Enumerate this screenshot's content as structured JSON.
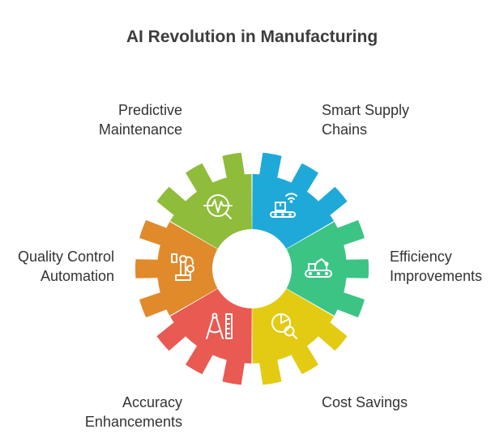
{
  "title": "AI Revolution in Manufacturing",
  "segments": [
    {
      "id": "predictive-maintenance",
      "lines": [
        "Predictive",
        "Maintenance"
      ],
      "color": "#1fa9d9",
      "icon": "heartbeat-magnifier-icon"
    },
    {
      "id": "smart-supply-chains",
      "lines": [
        "Smart Supply",
        "Chains"
      ],
      "color": "#3cc485",
      "icon": "conveyor-wifi-icon"
    },
    {
      "id": "efficiency-improvements",
      "lines": [
        "Efficiency",
        "Improvements"
      ],
      "color": "#e3cb14",
      "icon": "robot-arm-conveyor-icon"
    },
    {
      "id": "cost-savings",
      "lines": [
        "Cost Savings"
      ],
      "color": "#e85a52",
      "icon": "pie-chart-magnifier-icon"
    },
    {
      "id": "accuracy-enhancements",
      "lines": [
        "Accuracy",
        "Enhancements"
      ],
      "color": "#e08a2c",
      "icon": "compass-ruler-icon"
    },
    {
      "id": "quality-control-automation",
      "lines": [
        "Quality Control",
        "Automation"
      ],
      "color": "#8fbc3a",
      "icon": "robotic-arm-icon"
    }
  ]
}
